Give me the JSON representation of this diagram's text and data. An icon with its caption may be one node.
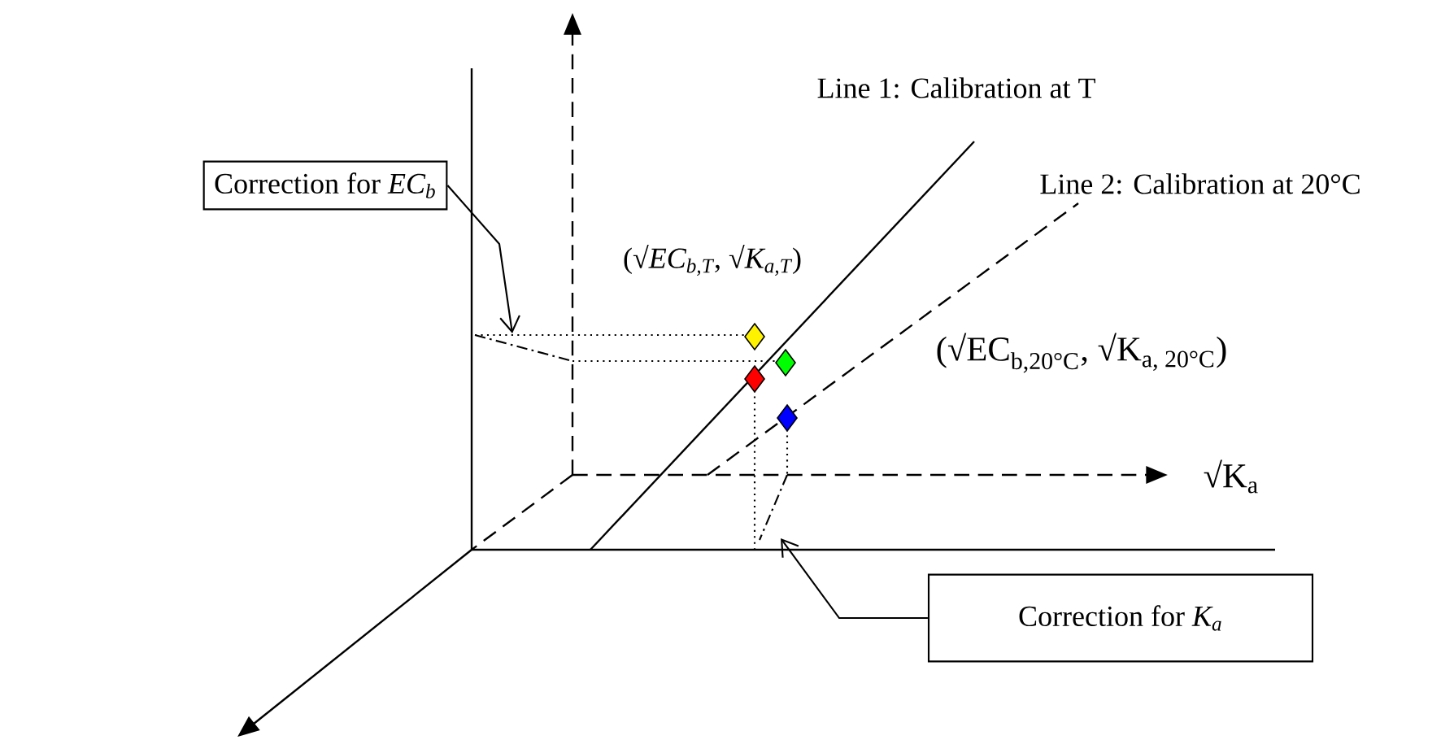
{
  "diagram": {
    "nodes": [
      {
        "text": [
          "\\text{Correction for }\\text{\\itshape EC}_{\\text{\\itshape b}}"
        ]
      },
      {
        "text": [
          "\\text{Correction for }\\text{\\itshape K}_{\\text{\\itshape a}}"
        ]
      }
    ],
    "edges": [
      {
        "from": 0,
        "to": null,
        "arrow": "to"
      },
      {
        "from": 1,
        "to": null,
        "arrow": "to"
      }
    ],
    "labels": [
      "Line 1: Calibration at T",
      "Line 2: Calibration at 20°C",
      "\\text{(√}\\text{\\itshape EC}_{\\text{\\itshape b,T}}\\text{, √}\\text{\\itshape K}_{\\text{\\itshape a,T}}\\text{)}",
      "\\text{(√EC}_{\\text{b,20°C}}\\text{, √K}_{\\text{a, 20°C}}\\text{)}",
      "\\text{√K}_{\\text{a}}"
    ]
  }
}
